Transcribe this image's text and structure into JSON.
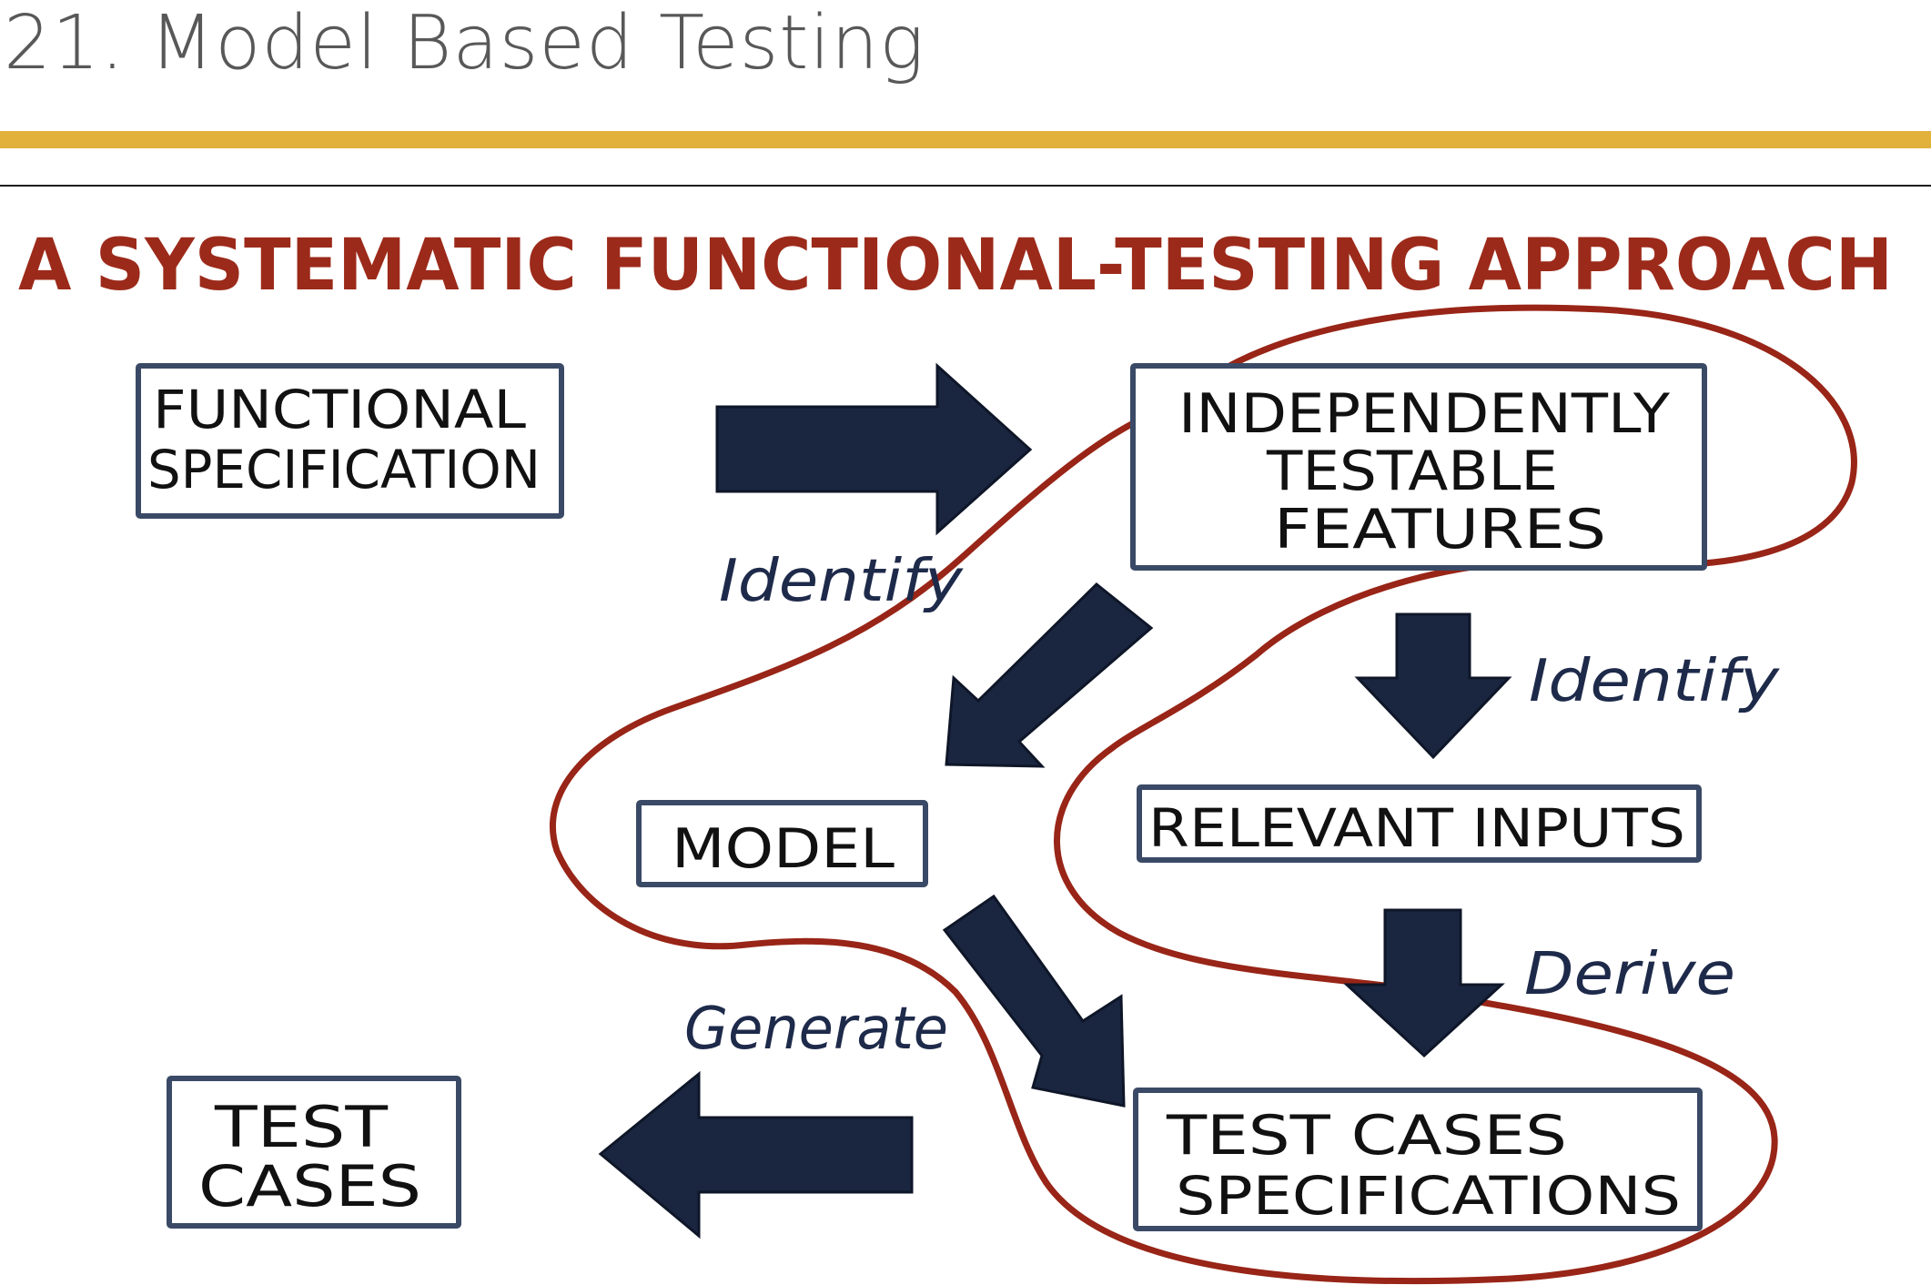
{
  "slide": {
    "title": "21. Model Based Testing"
  },
  "diagram": {
    "heading": "A SYSTEMATIC FUNCTIONAL-TESTING APPROACH",
    "boxes": {
      "functional_specification": [
        "FUNCTIONAL",
        "SPECIFICATION"
      ],
      "independently_testable_features": [
        "INDEPENDENTLY",
        "TESTABLE",
        "FEATURES"
      ],
      "model": [
        "MODEL"
      ],
      "relevant_inputs": [
        "RELEVANT INPUTS"
      ],
      "test_cases_specifications": [
        "TEST CASES",
        "SPECIFICATIONS"
      ],
      "test_cases": [
        "TEST",
        "CASES"
      ]
    },
    "verbs": {
      "identify_features": "Identify",
      "identify_inputs": "Identify",
      "derive": "Derive",
      "generate": "Generate"
    },
    "colors": {
      "heading": "#9c2a1a",
      "loop": "#982517",
      "arrow": "#1a2640",
      "gold_rule": "#e2b13c",
      "title_text": "#585858"
    },
    "icons": {
      "arrows": "thick-block-arrow",
      "highlight": "hand-drawn-loop"
    }
  }
}
